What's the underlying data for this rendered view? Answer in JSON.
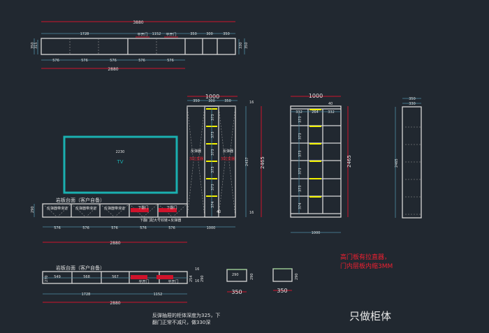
{
  "top_plan": {
    "overall": "3880",
    "seg": [
      "1728",
      "1152",
      "350",
      "300",
      "350"
    ],
    "bottom": [
      "576",
      "576",
      "576",
      "576",
      "576"
    ],
    "total": "2880",
    "depth_left": "350",
    "depth_left_inner": "315",
    "depth_right": "330",
    "depth_right_outer": "350",
    "door_labels": [
      "平开门",
      "平开门"
    ]
  },
  "elevation": {
    "tv_label": "TV",
    "tv_width": "2230",
    "counter_title": "岩板台面（客户自备）",
    "drawer_labels": [
      "反弹器带滑道",
      "反弹器带滑道",
      "反弹器带滑道"
    ],
    "flap_labels": [
      "下翻门",
      "下翻门"
    ],
    "flap_note": "下翻门配大号铰链+反弹器",
    "height_left": "290",
    "bottom": [
      "576",
      "576",
      "576",
      "576",
      "576",
      "1000"
    ],
    "total": "2880"
  },
  "tall": {
    "width": "1000",
    "seg": [
      "350",
      "300",
      "350"
    ],
    "shelf_dims": [
      "373",
      "373",
      "373",
      "373",
      "373",
      "374"
    ],
    "left_label": "反弹器",
    "right_label": "反弹器",
    "left_red": "加拉直器",
    "right_red": "加拉直器",
    "inner_h": "2437",
    "outer_h": "2465",
    "top_t": "16",
    "bot_t": "16",
    "base": "40"
  },
  "side1": {
    "width": "1000",
    "cols": [
      "332",
      "264",
      "332"
    ],
    "shelf_dims": [
      "373",
      "373",
      "373",
      "373",
      "373",
      "374"
    ],
    "height": "2465",
    "bottom": "1000",
    "top_t": "40"
  },
  "side2": {
    "width_outer": "350",
    "width_inner": "330",
    "height": "2465"
  },
  "bottom_plan": {
    "title": "岩板台面（客户自备）",
    "labels": [
      "549",
      "568",
      "567"
    ],
    "door_labels": [
      "平开门",
      "平开门"
    ],
    "seg": [
      "1728",
      "1152"
    ],
    "total": "2880",
    "h": [
      "16",
      "254",
      "290",
      "16"
    ],
    "left": "270"
  },
  "small_boxes": [
    {
      "w": "350",
      "inner": "290",
      "h": "290"
    },
    {
      "w": "350",
      "h": "290"
    }
  ],
  "notes": {
    "drawer_note_1": "反弹抽屉的柜体深度为325，下",
    "drawer_note_2": "翻门正常不减尺，做330深",
    "red_note_1": "高门板有拉直器，",
    "red_note_2": "门内层板内缩3MM",
    "cabinet_only": "只做柜体"
  },
  "colors": {
    "background": "#212830",
    "red": "#d0132b",
    "dim": "#4f8ea6",
    "tv": "#1ab0b0",
    "shelf": "#f2f200"
  }
}
